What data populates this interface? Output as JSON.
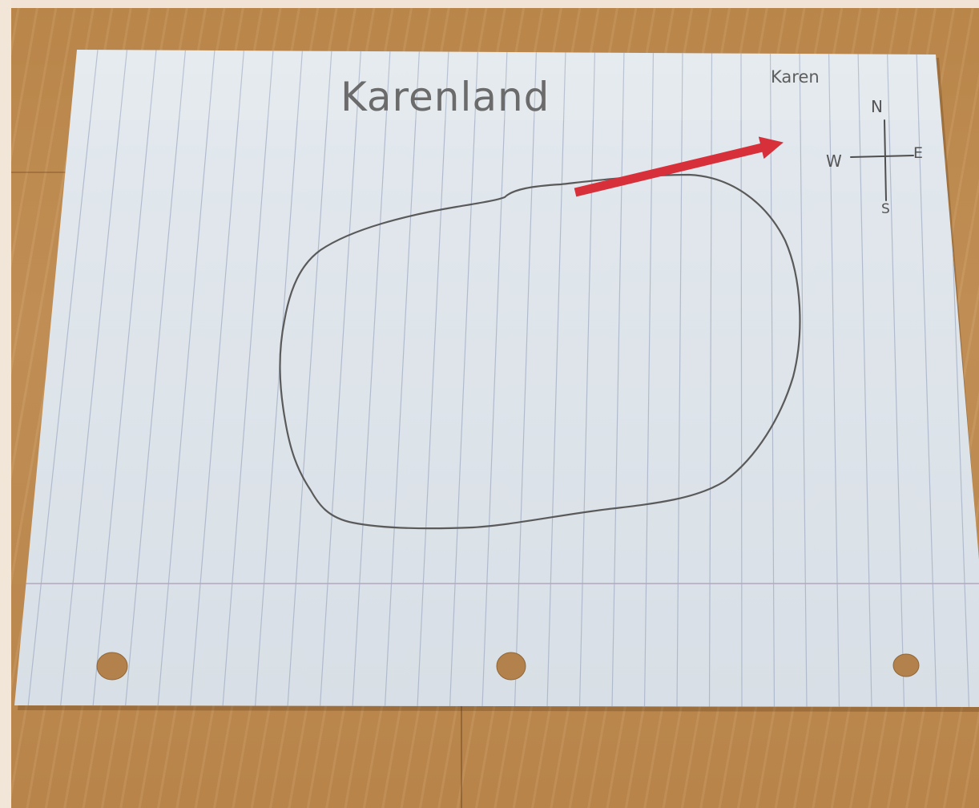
{
  "map": {
    "title": "Karenland",
    "author": "Karen"
  },
  "compass": {
    "north": "N",
    "east": "E",
    "south": "S",
    "west": "W"
  },
  "colors": {
    "paper": "#dde4ea",
    "rule_lines": "#a9b4c8",
    "pencil": "#5a5a5a",
    "arrow": "#d7303b",
    "table": "#bb8a50"
  }
}
